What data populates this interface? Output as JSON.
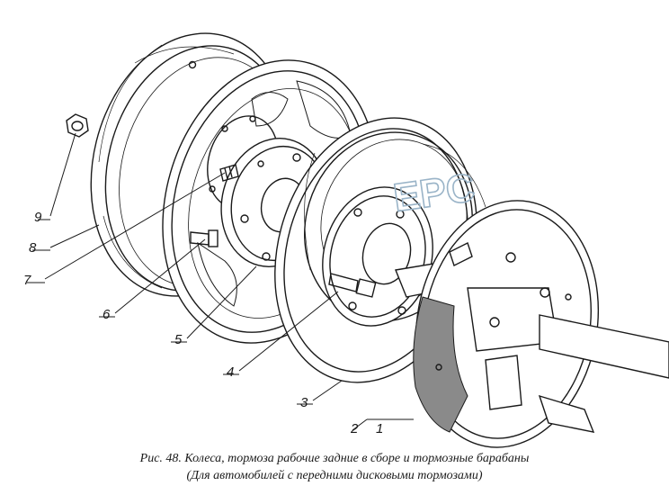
{
  "caption": {
    "line1": "Рис. 48. Колеса, тормоза рабочие задние в сборе и тормозные барабаны",
    "line2": "(Для автомобилей с передними дисковыми тормозами)"
  },
  "watermark": "EPC",
  "callouts": [
    "9",
    "8",
    "7",
    "6",
    "5",
    "4",
    "3",
    "2",
    "1"
  ],
  "colors": {
    "ink": "#1a1a1a",
    "paper": "#ffffff",
    "lining": "#8a8a8a",
    "watermark": "#9ab4c8"
  }
}
